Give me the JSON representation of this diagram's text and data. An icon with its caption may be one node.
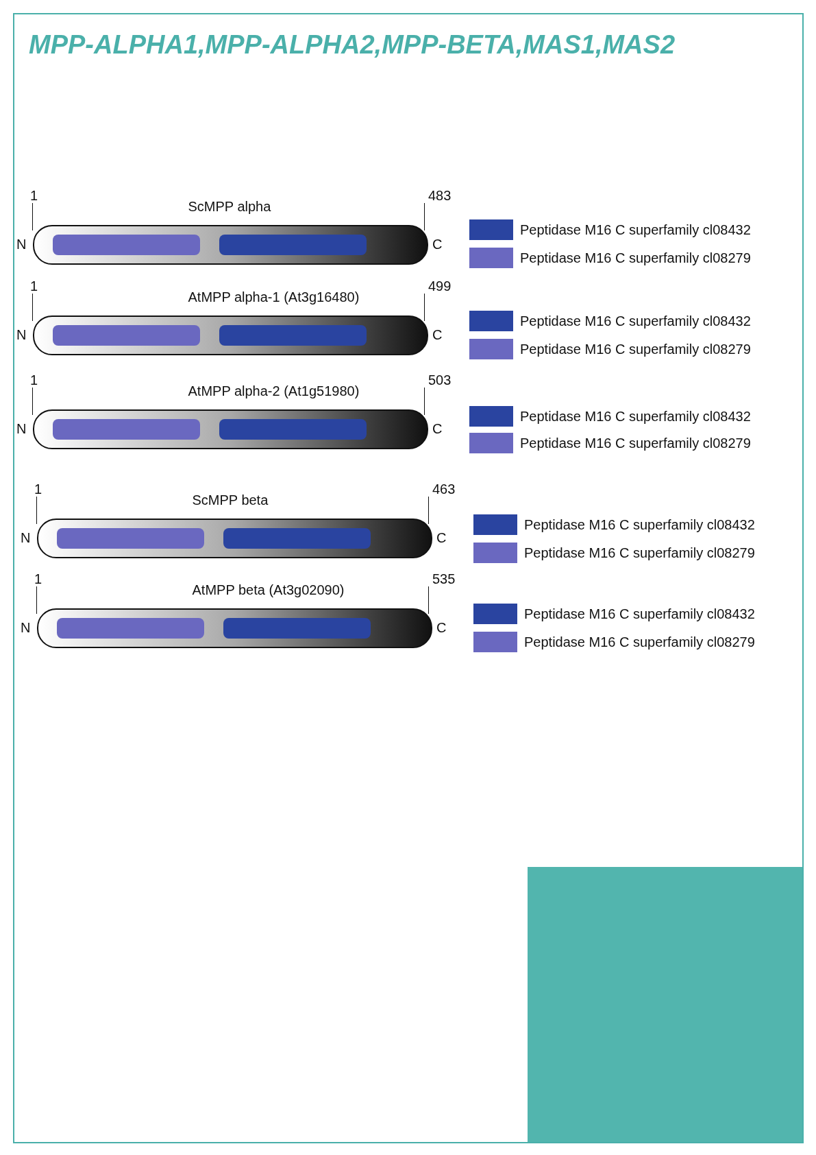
{
  "diagram": {
    "title": "MPP-ALPHA1,MPP-ALPHA2,MPP-BETA,MAS1,MAS2",
    "nodes": [
      {
        "text": [
          "ScMPP alpha"
        ],
        "beside": [
          "1",
          "483",
          "N",
          "C"
        ]
      },
      {
        "text": [],
        "shape": "bar",
        "in": 0
      },
      {
        "text": [],
        "shape": "bar",
        "in": 0
      },
      {
        "text": [
          "AtMPP alpha-1 (At3g16480)"
        ],
        "beside": [
          "1",
          "499",
          "N",
          "C"
        ]
      },
      {
        "text": [],
        "shape": "bar",
        "in": 3
      },
      {
        "text": [],
        "shape": "bar",
        "in": 3
      },
      {
        "text": [
          "AtMPP alpha-2 (At1g51980)"
        ],
        "beside": [
          "1",
          "503",
          "N",
          "C"
        ]
      },
      {
        "text": [],
        "shape": "bar",
        "in": 6
      },
      {
        "text": [],
        "shape": "bar",
        "in": 6
      },
      {
        "text": [
          "ScMPP beta"
        ],
        "beside": [
          "1",
          "463",
          "N",
          "C"
        ]
      },
      {
        "text": [],
        "shape": "bar",
        "in": 9
      },
      {
        "text": [],
        "shape": "bar",
        "in": 9
      },
      {
        "text": [
          "AtMPP beta (At3g02090)"
        ],
        "beside": [
          "1",
          "535",
          "N",
          "C"
        ]
      },
      {
        "text": [],
        "shape": "bar",
        "in": 12
      },
      {
        "text": [],
        "shape": "bar",
        "in": 12
      }
    ],
    "legend": [
      {
        "text": "Peptidase M16 C superfamily cl08432",
        "color": "#2a44a0"
      },
      {
        "text": "Peptidase M16 C superfamily cl08279",
        "color": "#6a68c0"
      },
      {
        "text": "Peptidase M16 C superfamily cl08432",
        "color": "#2a44a0"
      },
      {
        "text": "Peptidase M16 C superfamily cl08279",
        "color": "#6a68c0"
      },
      {
        "text": "Peptidase M16 C superfamily cl08432",
        "color": "#2a44a0"
      },
      {
        "text": "Peptidase M16 C superfamily cl08279",
        "color": "#6a68c0"
      },
      {
        "text": "Peptidase M16 C superfamily cl08432",
        "color": "#2a44a0"
      },
      {
        "text": "Peptidase M16 C superfamily cl08279",
        "color": "#6a68c0"
      },
      {
        "text": "Peptidase M16 C superfamily cl08432",
        "color": "#2a44a0"
      },
      {
        "text": "Peptidase M16 C superfamily cl08279",
        "color": "#6a68c0"
      }
    ]
  }
}
